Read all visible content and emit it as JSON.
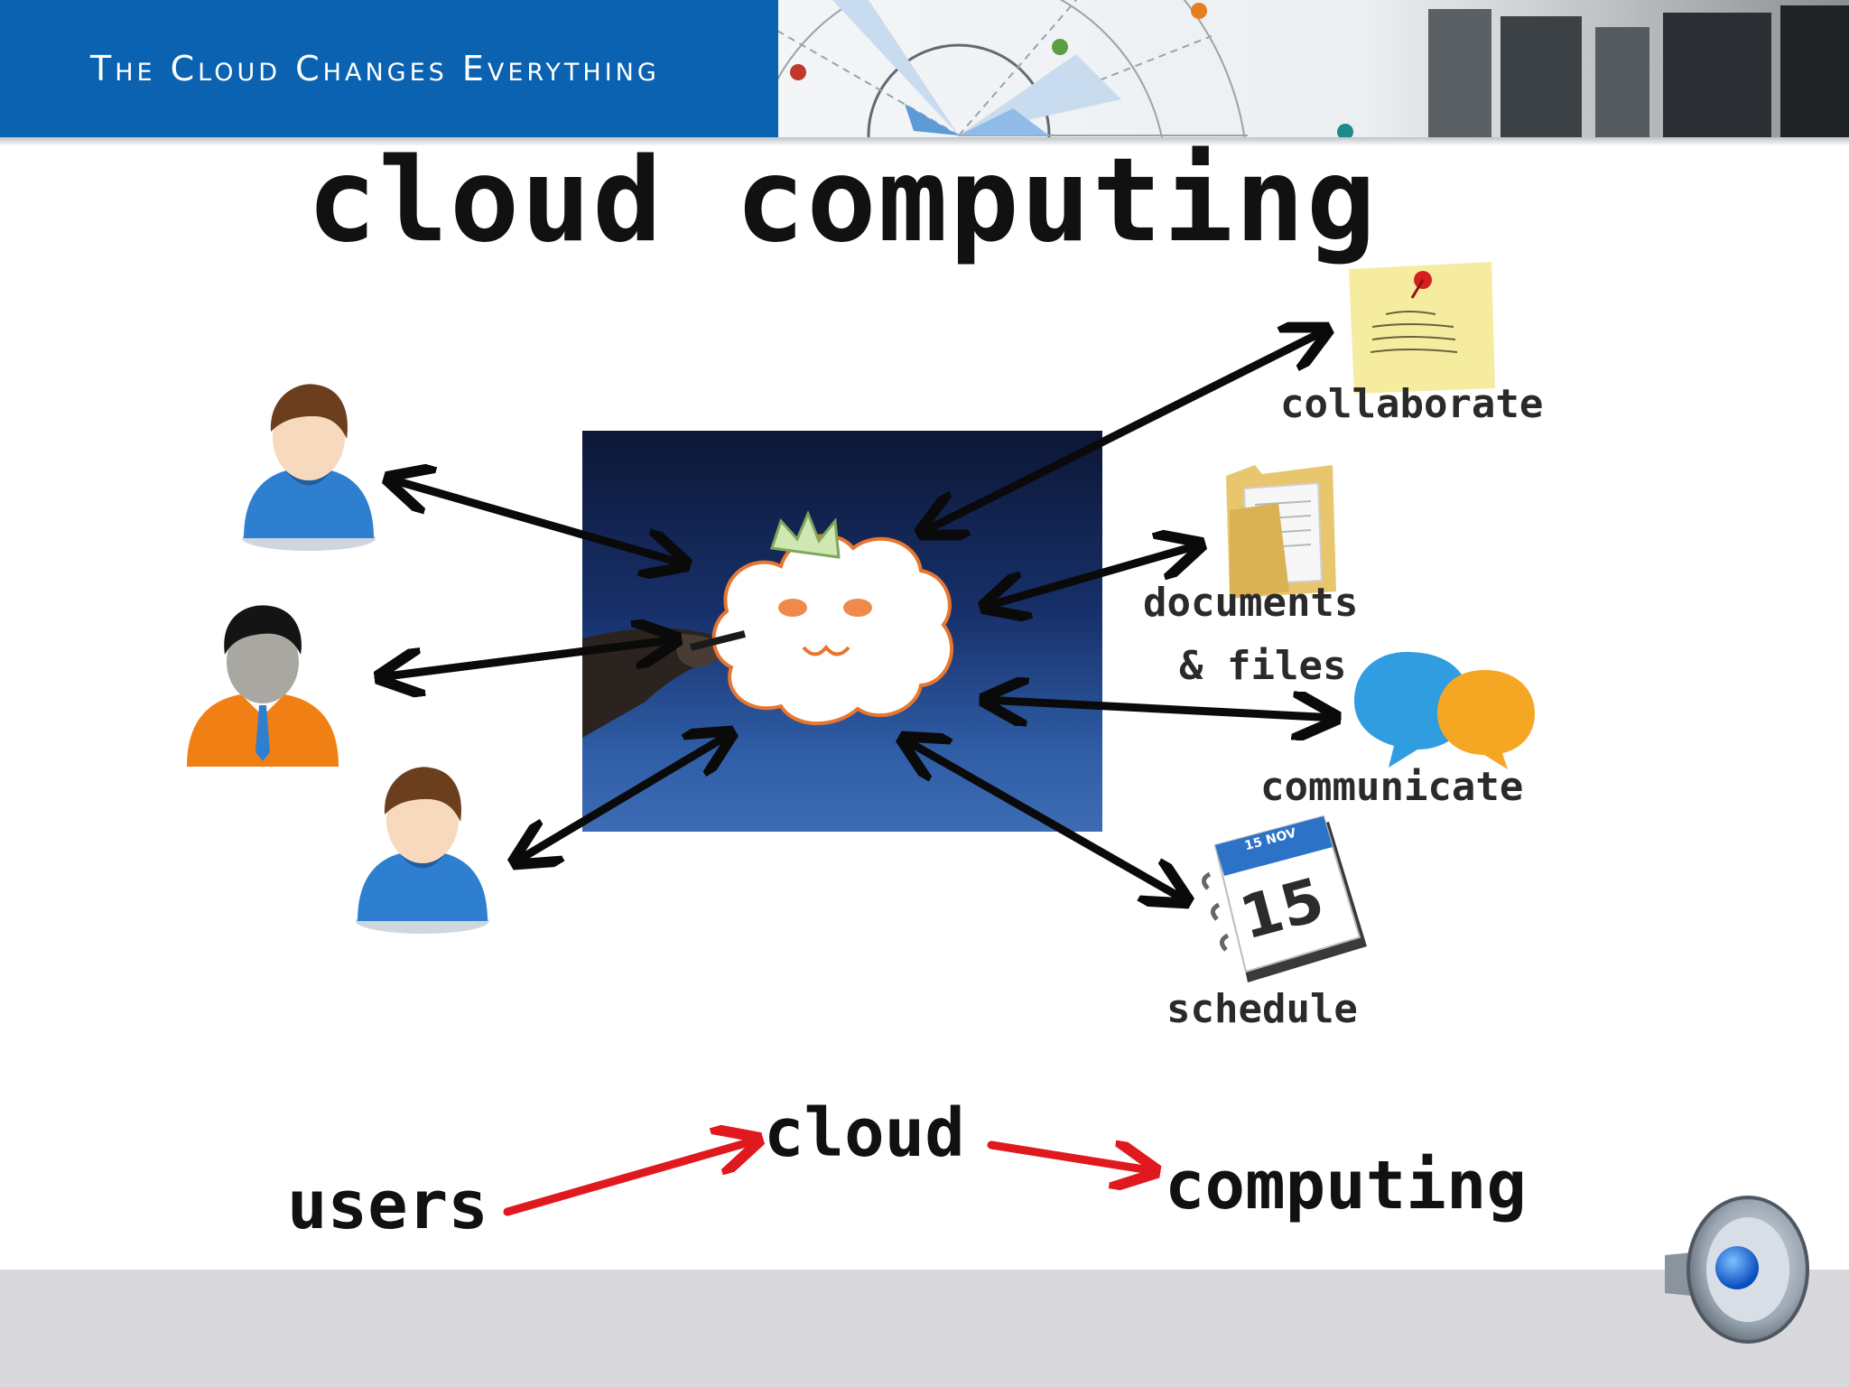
{
  "header": {
    "title": "The Cloud Changes Everything"
  },
  "diagram": {
    "title": "cloud computing",
    "labels": {
      "collaborate": "collaborate",
      "documents": "documents",
      "files": "& files",
      "communicate": "communicate",
      "schedule": "schedule"
    },
    "calendar": {
      "month": "15 NOV",
      "day": "15"
    },
    "flow": {
      "users": "users",
      "cloud": "cloud",
      "computing": "computing"
    }
  },
  "colors": {
    "header_blue": "#0b62b0",
    "arrow_black": "#0a0a0a",
    "arrow_red": "#e0191e",
    "user_blue": "#2f7fd0",
    "user_orange": "#f07f14",
    "footer_gray": "#d9d8dc"
  },
  "icons": [
    "user-icon",
    "folder-icon",
    "sticky-note-icon",
    "chat-bubbles-icon",
    "calendar-icon",
    "speaker-icon"
  ]
}
